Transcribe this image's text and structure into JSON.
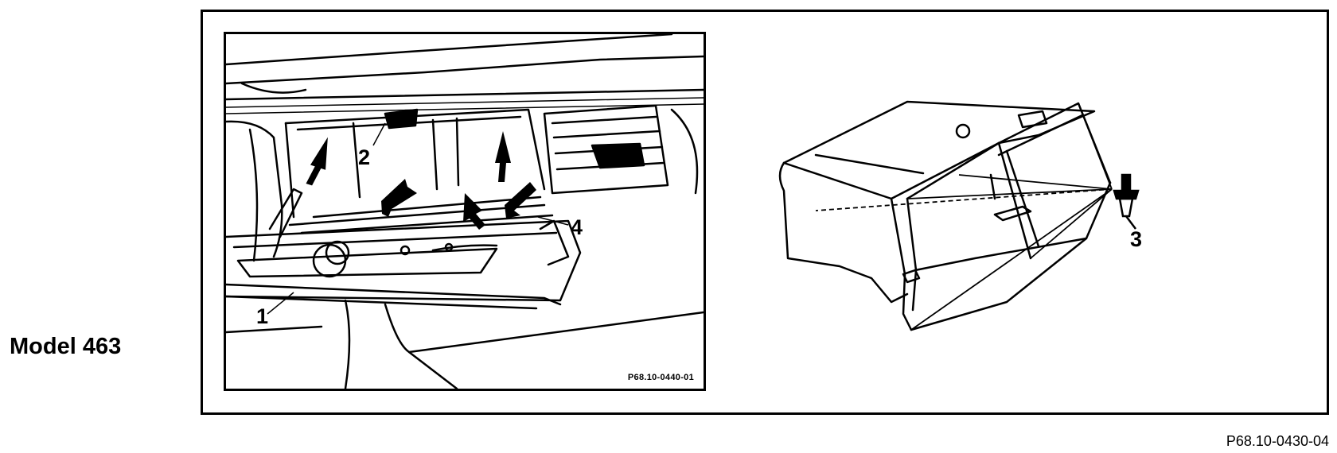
{
  "model_label": "Model 463",
  "callouts": {
    "c1": "1",
    "c2": "2",
    "c3": "3",
    "c4": "4"
  },
  "panel_code": "P68.10-0440-01",
  "figure_code": "P68.10-0430-04"
}
